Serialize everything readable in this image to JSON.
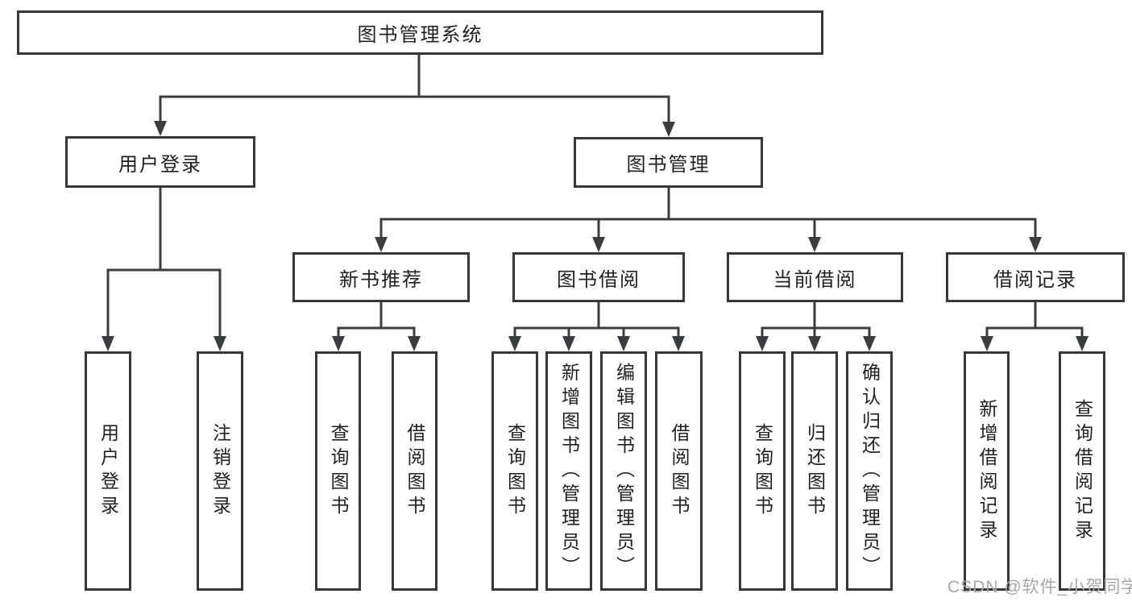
{
  "page": {
    "watermark": "CSDN @软件_小贺同学"
  },
  "colors": {
    "background": "#ffffff",
    "box_border": "#34373b",
    "connector_line": "#3a3d40",
    "text": "#1f2023",
    "watermark_text": "#a7a7a7"
  },
  "diagram": {
    "type": "hierarchy-tree",
    "root": {
      "label": "图书管理系统"
    },
    "branches": [
      {
        "label": "用户登录",
        "children": [
          {
            "label": "用户登录"
          },
          {
            "label": "注销登录"
          }
        ]
      },
      {
        "label": "图书管理",
        "children": [
          {
            "label": "新书推荐",
            "children": [
              {
                "label": "查询图书"
              },
              {
                "label": "借阅图书"
              }
            ]
          },
          {
            "label": "图书借阅",
            "children": [
              {
                "label": "查询图书"
              },
              {
                "label": "新增图书（管理员）"
              },
              {
                "label": "编辑图书（管理员）"
              },
              {
                "label": "借阅图书"
              }
            ]
          },
          {
            "label": "当前借阅",
            "children": [
              {
                "label": "查询图书"
              },
              {
                "label": "归还图书"
              },
              {
                "label": "确认归还（管理员）"
              }
            ]
          },
          {
            "label": "借阅记录",
            "children": [
              {
                "label": "新增借阅记录"
              },
              {
                "label": "查询借阅记录"
              }
            ]
          }
        ]
      }
    ]
  }
}
